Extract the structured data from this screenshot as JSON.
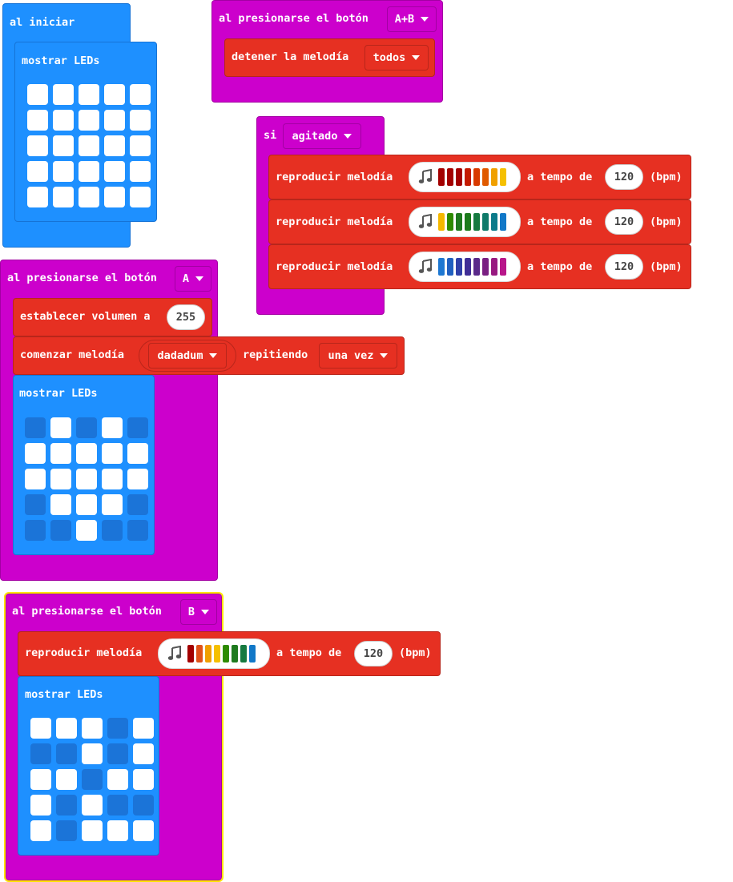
{
  "on_start": {
    "hat_label": "al iniciar",
    "show_leds_label": "mostrar LEDs",
    "leds": [
      [
        1,
        1,
        1,
        1,
        1
      ],
      [
        1,
        1,
        1,
        1,
        1
      ],
      [
        1,
        1,
        1,
        1,
        1
      ],
      [
        1,
        1,
        1,
        1,
        1
      ],
      [
        1,
        1,
        1,
        1,
        1
      ]
    ]
  },
  "button_ab": {
    "hat_label": "al presionarse el botón",
    "button": "A+B",
    "stop_label": "detener la melodía",
    "stop_option": "todos"
  },
  "shake": {
    "hat_label": "si",
    "gesture": "agitado",
    "play_label": "reproducir melodía",
    "tempo_label": "a tempo de",
    "bpm_label": "(bpm)",
    "melodies": [
      {
        "tempo": "120",
        "colors": [
          "#a30000",
          "#a30000",
          "#a30000",
          "#c41a00",
          "#d83a00",
          "#e05a00",
          "#f0a000",
          "#f5c000"
        ]
      },
      {
        "tempo": "120",
        "colors": [
          "#f5b800",
          "#2e8b00",
          "#1f7a1f",
          "#1b7a1b",
          "#167a40",
          "#0f7a6a",
          "#0c7a8a",
          "#1178c8"
        ]
      },
      {
        "tempo": "120",
        "colors": [
          "#1e78d2",
          "#2060c0",
          "#3040a8",
          "#402e96",
          "#5a2a8a",
          "#7a1f82",
          "#981a80",
          "#b8168a"
        ]
      }
    ]
  },
  "button_a": {
    "hat_label": "al presionarse el botón",
    "button": "A",
    "volume_label": "establecer volumen a",
    "volume": "255",
    "start_label": "comenzar melodía",
    "melody": "dadadum",
    "repeat_label": "repitiendo",
    "repeat_option": "una vez",
    "show_leds_label": "mostrar LEDs",
    "leds": [
      [
        0,
        1,
        0,
        1,
        0
      ],
      [
        1,
        1,
        1,
        1,
        1
      ],
      [
        1,
        1,
        1,
        1,
        1
      ],
      [
        0,
        1,
        1,
        1,
        0
      ],
      [
        0,
        0,
        1,
        0,
        0
      ]
    ]
  },
  "button_b": {
    "hat_label": "al presionarse el botón",
    "button": "B",
    "play_label": "reproducir melodía",
    "tempo_label": "a tempo de",
    "tempo": "120",
    "bpm_label": "(bpm)",
    "colors": [
      "#a30000",
      "#e0531a",
      "#f0a000",
      "#f5c000",
      "#2e8b00",
      "#1f7a1f",
      "#167a40",
      "#1178c8"
    ],
    "show_leds_label": "mostrar LEDs",
    "leds": [
      [
        1,
        1,
        1,
        0,
        1
      ],
      [
        0,
        0,
        1,
        0,
        1
      ],
      [
        1,
        1,
        0,
        1,
        1
      ],
      [
        1,
        0,
        1,
        0,
        0
      ],
      [
        1,
        0,
        1,
        1,
        1
      ]
    ]
  },
  "colors": {
    "input_blue": "#1e90ff",
    "event_magenta": "#cc00cc",
    "music_red": "#e63022",
    "led_on": "#ffffff",
    "led_off": "#1b74d8"
  }
}
